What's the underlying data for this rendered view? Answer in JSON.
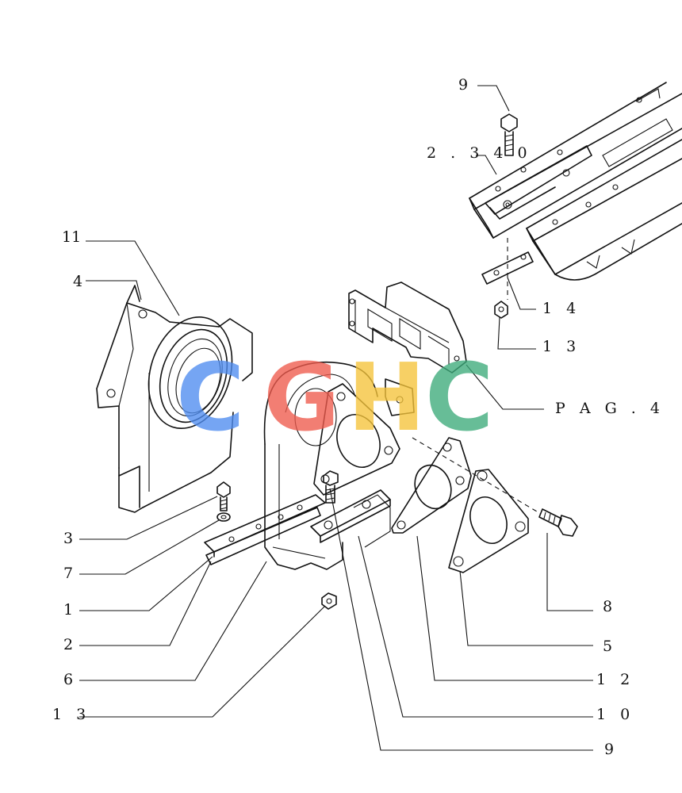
{
  "callouts": {
    "c9_top": "9",
    "c_2340": "2 . 3 4 0",
    "c11": "11",
    "c4": "4",
    "c14": "1 4",
    "c13_right": "1 3",
    "pag4": "P A G . 4",
    "c3": "3",
    "c7": "7",
    "c1": "1",
    "c2": "2",
    "c6": "6",
    "c13_left": "1 3",
    "c8": "8",
    "c5": "5",
    "c12": "1 2",
    "c10": "1 0",
    "c9_bottom": "9"
  },
  "watermark": {
    "letters": [
      "C",
      "G",
      "H",
      "C"
    ],
    "colors": [
      "#4f8df0",
      "#ef5a4d",
      "#f5c43a",
      "#3dab7b"
    ]
  }
}
